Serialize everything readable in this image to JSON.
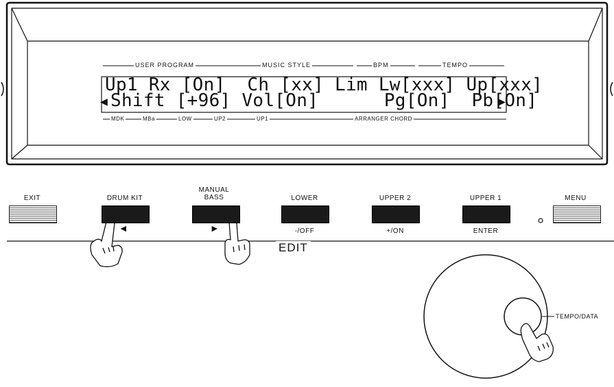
{
  "display": {
    "headers": {
      "user_program": "USER PROGRAM",
      "music_style": "MUSIC STYLE",
      "bpm": "BPM",
      "tempo": "TEMPO"
    },
    "line1": "Up1 Rx [On]  Ch [xx] Lim Lw[xxx] Up[xxx]",
    "line2_left_arrow": "◀",
    "line2": "Shift [+96] Vol[On]      Pg[On]  Pb[On]",
    "line2_right_arrow": "▶",
    "sublabels": {
      "mdk": "MDK",
      "mba": "MBa",
      "low": "LOW",
      "up2": "UP2",
      "up1": "UP1",
      "arranger_chord": "ARRANGER CHORD"
    }
  },
  "buttons": {
    "exit": "EXIT",
    "drum_kit": "DRUM KIT",
    "manual_bass_line1": "MANUAL",
    "manual_bass_line2": "BASS",
    "lower": "LOWER",
    "lower_sub": "-/OFF",
    "upper2": "UPPER 2",
    "upper2_sub": "+/ON",
    "upper1": "UPPER 1",
    "upper1_sub": "ENTER",
    "menu": "MENU",
    "left_arrow": "◄",
    "right_arrow": "►"
  },
  "edit_label": "EDIT",
  "dial_label": "TEMPO/DATA"
}
